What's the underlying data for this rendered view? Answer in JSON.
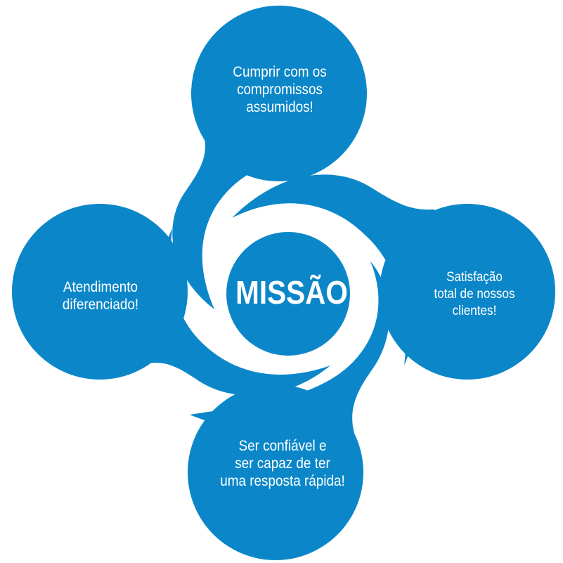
{
  "diagram": {
    "center": "MISSÃO",
    "top": [
      "Cumprir com os",
      "compromissos",
      "assumidos!"
    ],
    "left": [
      "Atendimento",
      "diferenciado!"
    ],
    "right": [
      "Satisfação",
      "total de nossos",
      "clientes!"
    ],
    "bottom": [
      "Ser confiável e",
      "ser capaz de ter",
      "uma resposta rápida!"
    ]
  },
  "colors": {
    "fill": "#0b87c9",
    "background": "#ffffff",
    "text": "#ffffff"
  }
}
